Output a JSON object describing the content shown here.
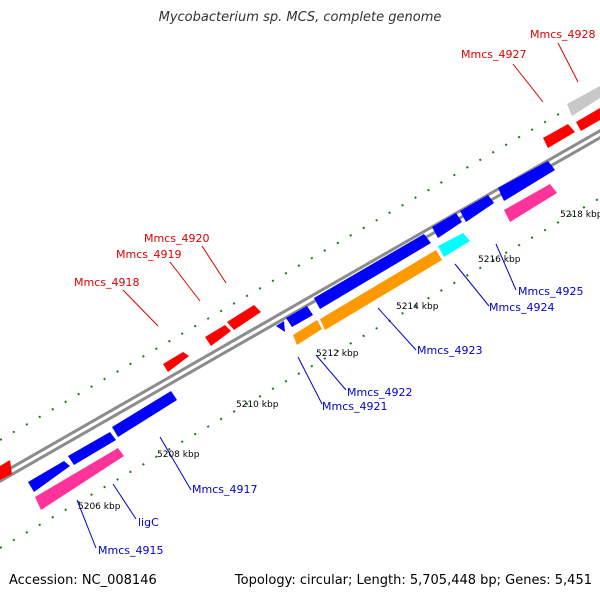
{
  "title": "Mycobacterium sp. MCS, complete genome",
  "footer": {
    "accession": "Accession: NC_008146",
    "topology": "Topology: circular; Length: 5,705,448 bp; Genes: 5,451"
  },
  "colors": {
    "forward": "#0000ff",
    "reverse": "#ff0000",
    "rrna_pink": "#ff3399",
    "orange": "#ff9900",
    "cyan": "#00ffff",
    "grey": "#c8c8c8",
    "backbone": "#8c8c8c",
    "ticks": "#1a7a1a",
    "label_blue": "#0000cc",
    "label_red": "#dd0000"
  },
  "scale_labels": [
    "5206 kbp",
    "5208 kbp",
    "5210 kbp",
    "5212 kbp",
    "5214 kbp",
    "5216 kbp",
    "5218 kbp"
  ],
  "gene_labels_top": [
    "Mmcs_4918",
    "Mmcs_4919",
    "Mmcs_4920",
    "Mmcs_4927",
    "Mmcs_4928"
  ],
  "gene_labels_bottom": [
    "Mmcs_4915",
    "ligC",
    "Mmcs_4917",
    "Mmcs_4921",
    "Mmcs_4922",
    "Mmcs_4923",
    "Mmcs_4924",
    "Mmcs_4925"
  ]
}
